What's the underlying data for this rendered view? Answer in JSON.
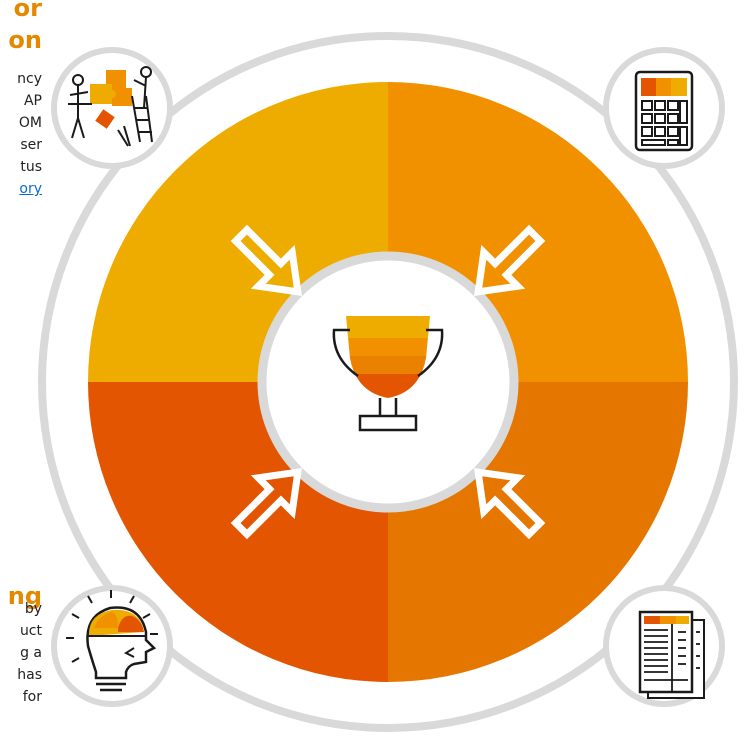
{
  "colors": {
    "ring_outline": "#d9d9d9",
    "segment_top_left": "#eeab00",
    "segment_top_right": "#f29100",
    "segment_bottom_right": "#e57600",
    "segment_bottom_left": "#e35500",
    "heading": "#e48800",
    "link": "#0a6ed1",
    "icon_stroke": "#1a1a1a"
  },
  "left_column": {
    "top_block": {
      "heading_lines": [
        "or",
        "on"
      ],
      "text_lines": [
        "ncy",
        "AP",
        "OM",
        "ser",
        "tus"
      ],
      "link_text": "ory"
    },
    "bottom_block": {
      "heading_lines": [
        "ng"
      ],
      "text_lines": [
        "by",
        "uct",
        "g a",
        "has",
        "for"
      ]
    }
  },
  "diagram": {
    "icons": {
      "top_left": "team-puzzle-icon",
      "top_right": "calculator-icon",
      "bottom_left": "lightbulb-head-icon",
      "bottom_right": "spreadsheet-document-icon",
      "center": "trophy-icon"
    }
  }
}
